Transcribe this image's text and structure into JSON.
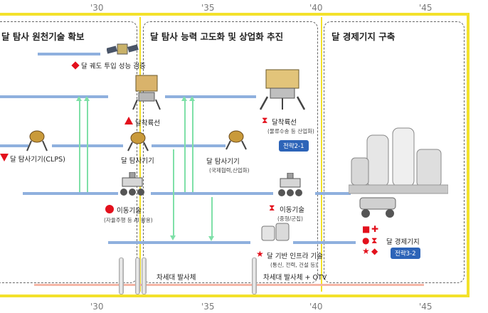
{
  "timeline": {
    "top_years": [
      "'30",
      "'35",
      "'40",
      "'45"
    ],
    "bottom_years": [
      "'30",
      "'35",
      "'40",
      "'45"
    ]
  },
  "panels": {
    "phase1_title": "달 탐사 원천기술 확보",
    "phase2_title": "달 탐사 능력 고도화 및 상업화 추진",
    "phase3_title": "달 경제기지 구축"
  },
  "items": {
    "orbit_verify": "달 궤도 투입 성능 검증",
    "lander_1": "달착륙선",
    "lander_2": "달착륙선",
    "lander_2_sub": "(물류수송 등 산업화)",
    "strategy_2_1": "전략2-1",
    "clps": "달 탐사기기(CLPS)",
    "explorer_1": "달 탐사기기",
    "explorer_2": "달 탐사기기",
    "explorer_2_sub": "(국제협력,산업화)",
    "mobility_1": "이동기술",
    "mobility_1_sub": "(자율주행 등 AI 활용)",
    "mobility_2": "이동기술",
    "mobility_2_sub": "(중형/군집)",
    "infra": "달 기반 인프라 기술",
    "infra_sub": "(통신, 전력, 건설 등)",
    "economic_base": "달 경제기지",
    "strategy_3_2": "전략3-2",
    "launcher_1": "차세대 발사체",
    "launcher_2": "차세대 발사체 + OTV"
  },
  "colors": {
    "frame": "#f3e12a",
    "bar": "#8fb0de",
    "arrow": "#7fe0a8",
    "marker": "#e3101c",
    "badge": "#2d64b8"
  }
}
